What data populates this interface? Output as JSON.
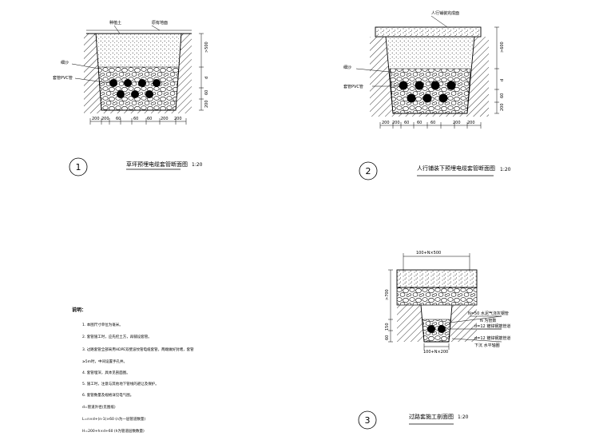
{
  "section1": {
    "number": "1",
    "title": "草坪预埋电缆套管断面图",
    "scale": "1:20",
    "labels": {
      "soil": "种植土",
      "original": "原有地面",
      "sand": "细沙",
      "pipe": "套管PVC管"
    },
    "dims_right": [
      ">500",
      "d",
      "60",
      "200"
    ],
    "dims_bottom": [
      "200",
      "200",
      "60",
      "60",
      "60",
      "200",
      "200"
    ]
  },
  "section2": {
    "number": "2",
    "title": "人行铺装下预埋电缆套管断面图",
    "scale": "1:20",
    "labels": {
      "paving": "人行铺装完成面",
      "sand": "细沙",
      "pipe": "套管PVC管"
    },
    "dims_right": [
      ">600",
      "d",
      "60",
      "200"
    ],
    "dims_bottom": [
      "200",
      "200",
      "60",
      "60",
      "60",
      "200",
      "200"
    ]
  },
  "section3": {
    "number": "3",
    "title": "过路套施工剖面图",
    "scale": "1:20",
    "dim_top": "100+N×500",
    "dim_bottom": "100+N×200",
    "dims_left": [
      ">700",
      "150",
      "60"
    ],
    "labels": [
      "N=50 水泥气浇灰钢管",
      "N 为管数",
      "d=12 镀锌钢筋管道",
      "d=12 镀锌钢筋管道",
      "下沉 水平轴圈"
    ]
  },
  "notes": {
    "heading": "说明：",
    "items": [
      "1. 本图尺寸单位为毫米。",
      "2. 套管施工时，应先挖土方，再铺设套管。",
      "3. 过路套管全部采用HDPE双壁波纹管电缆套管，两端做好封堵，套管",
      "   ≥5m时，中间设置手孔井。",
      "4. 套管埋深，具体见剖面图。",
      "5. 施工时，注意与其他地下管线的避让及保护。",
      "6. 套管数量及规格详见电气图。",
      "   d=管道外径(见图纸)",
      "   L=n×d+(n-1)×60  (n为一层管道数量)",
      "   H=200+h×d+60  (h为管道层数数量)"
    ]
  }
}
